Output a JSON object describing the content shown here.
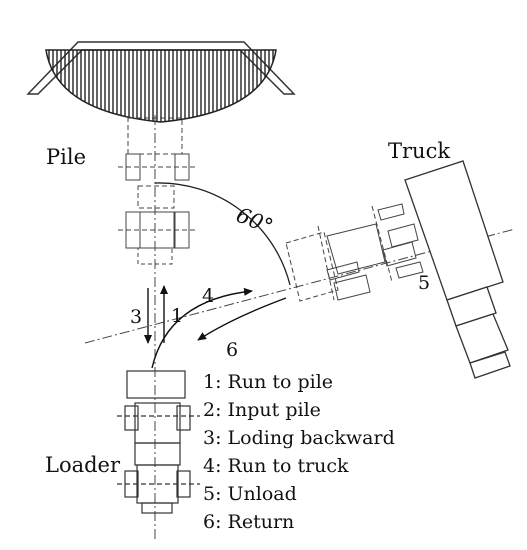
{
  "labels": {
    "pile": "Pile",
    "truck": "Truck",
    "loader": "Loader",
    "angle": "60°"
  },
  "path_numbers": {
    "one": "1",
    "three": "3",
    "four": "4",
    "five": "5",
    "six": "6"
  },
  "legend": [
    "1: Run to pile",
    "2: Input pile",
    "3: Loding backward",
    "4: Run to truck",
    "5: Unload",
    "6: Return"
  ]
}
